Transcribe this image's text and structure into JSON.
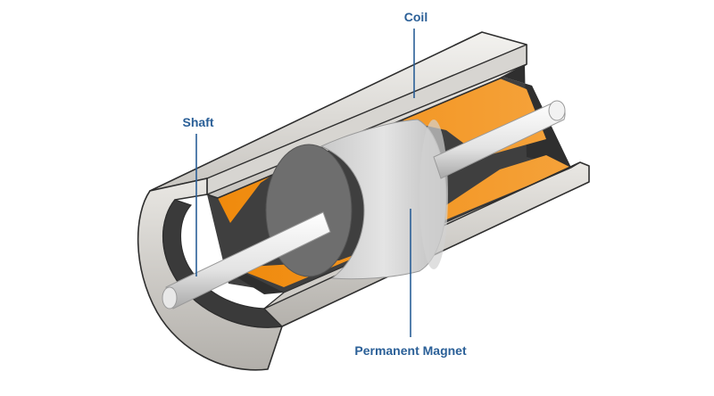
{
  "labels": {
    "coil": "Coil",
    "shaft": "Shaft",
    "permanent_magnet": "Permanent Magnet"
  },
  "colors": {
    "label_blue": "#2a5f97",
    "coil_orange": "#f29111",
    "housing_light": "#e8e6e2",
    "housing_shadow": "#b5b2ad",
    "housing_interior": "#4a4a4a",
    "magnet_face": "#d9d9d9",
    "magnet_side": "#6e6e6e"
  }
}
